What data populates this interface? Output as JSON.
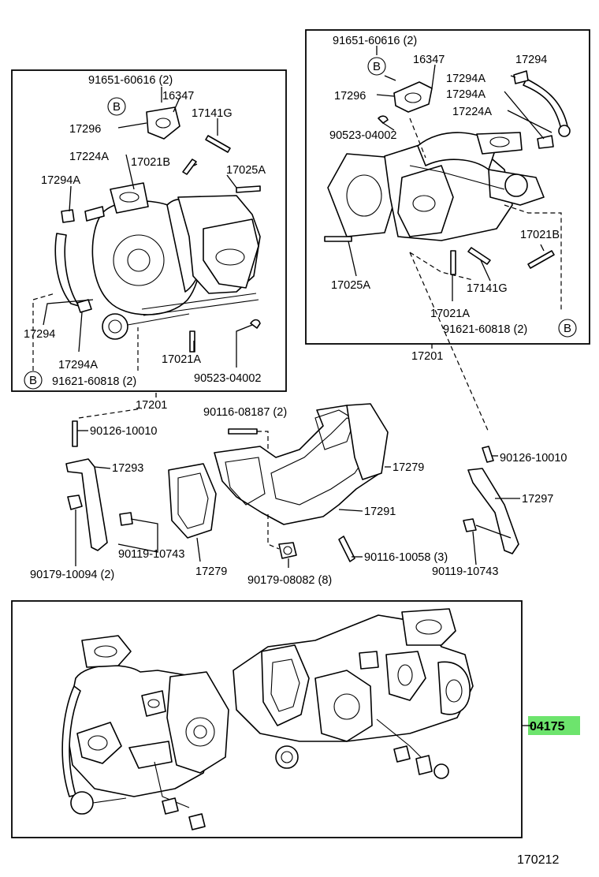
{
  "labels": {
    "left_box": {
      "bolt_b_top": "91651-60616 (2)",
      "b_top": "B",
      "p16347": "16347",
      "p17296": "17296",
      "p17141g": "17141G",
      "p17224a": "17224A",
      "p17021b": "17021B",
      "p17294a_top": "17294A",
      "p17025a": "17025A",
      "p17294": "17294",
      "p17294a_bottom": "17294A",
      "p17021a": "17021A",
      "b_bottom": "B",
      "bolt_b_bottom": "91621-60818 (2)",
      "p90523": "90523-04002"
    },
    "right_box": {
      "bolt_b_top": "91651-60616 (2)",
      "b_top": "B",
      "p16347": "16347",
      "p17294": "17294",
      "p17294a_1": "17294A",
      "p17296": "17296",
      "p17294a_2": "17294A",
      "p17224a": "17224A",
      "p90523": "90523-04002",
      "p17021b": "17021B",
      "p17025a": "17025A",
      "p17141g": "17141G",
      "p17021a": "17021A",
      "bolt_b_bottom": "91621-60818 (2)",
      "b_bottom": "B"
    },
    "assembly_left": "17201",
    "assembly_right": "17201",
    "middle": {
      "p90116_08187": "90116-08187 (2)",
      "p90126_left": "90126-10010",
      "p17293": "17293",
      "p17279_right": "17279",
      "p90126_right": "90126-10010",
      "p17297": "17297",
      "p17291": "17291",
      "p90119_left": "90119-10743",
      "p90116_10058": "90116-10058 (3)",
      "p90179_10094": "90179-10094 (2)",
      "p17279_bottom": "17279",
      "p90179_08082": "90179-08082 (8)",
      "p90119_right": "90119-10743"
    },
    "bottom_part": "04175",
    "diagram_number": "170212"
  },
  "colors": {
    "line": "#000000",
    "highlight": "#6de46d"
  }
}
